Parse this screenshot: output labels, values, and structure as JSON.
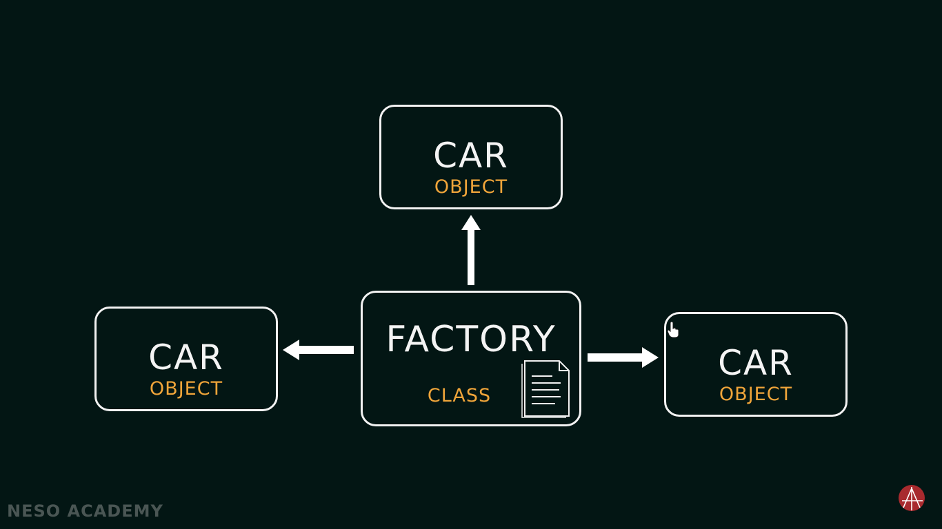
{
  "diagram": {
    "center": {
      "title": "FACTORY",
      "subtitle": "CLASS"
    },
    "objects": [
      {
        "title": "CAR",
        "subtitle": "OBJECT"
      },
      {
        "title": "CAR",
        "subtitle": "OBJECT"
      },
      {
        "title": "CAR",
        "subtitle": "OBJECT"
      }
    ]
  },
  "brand": {
    "text": "NESO ACADEMY"
  },
  "colors": {
    "background": "#031614",
    "outline": "#f2f2f2",
    "accent": "#f0a53a",
    "brand_text": "#4a5654",
    "logo": "#a82a2e"
  },
  "icons": [
    "document-icon",
    "hand-cursor-icon",
    "neso-logo-icon"
  ]
}
